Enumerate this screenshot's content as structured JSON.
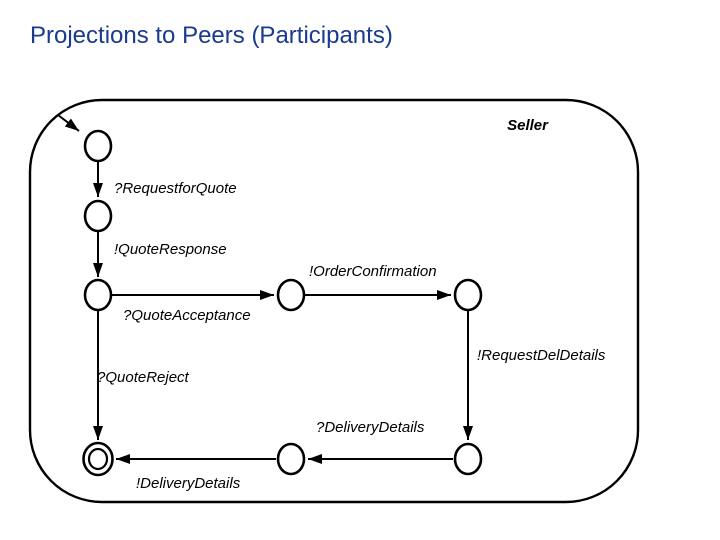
{
  "slide": {
    "title": "Projections to Peers (Participants)"
  },
  "colors": {
    "title": "#1a3a8e",
    "diagram_stroke": "#000000",
    "background": "#ffffff"
  },
  "diagram": {
    "type": "state-machine",
    "pool_label": "Seller",
    "states": [
      {
        "id": "start",
        "kind": "initial"
      },
      {
        "id": "q1",
        "kind": "normal"
      },
      {
        "id": "q2",
        "kind": "normal"
      },
      {
        "id": "q3",
        "kind": "normal"
      },
      {
        "id": "q4",
        "kind": "normal"
      },
      {
        "id": "q5",
        "kind": "normal"
      },
      {
        "id": "q6",
        "kind": "normal"
      },
      {
        "id": "end",
        "kind": "final"
      }
    ],
    "transitions": [
      {
        "from": "start",
        "to": "q1",
        "label": "?RequestforQuote"
      },
      {
        "from": "q1",
        "to": "q2",
        "label": "!QuoteResponse"
      },
      {
        "from": "q2",
        "to": "q3",
        "label": "?QuoteAcceptance"
      },
      {
        "from": "q3",
        "to": "q4",
        "label": "!OrderConfirmation"
      },
      {
        "from": "q4",
        "to": "q5",
        "label": "!RequestDelDetails"
      },
      {
        "from": "q5",
        "to": "q6",
        "label": "?DeliveryDetails"
      },
      {
        "from": "q6",
        "to": "end",
        "label": "!DeliveryDetails"
      },
      {
        "from": "q2",
        "to": "end",
        "label": "?QuoteReject"
      }
    ]
  }
}
